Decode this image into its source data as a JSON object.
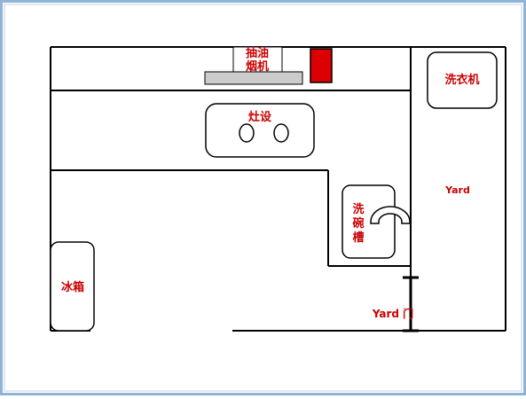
{
  "labels": {
    "range_hood_line1": "抽油",
    "range_hood_line2": "烟机",
    "stove": "灶设",
    "washing_machine": "洗衣机",
    "yard": "Yard",
    "sink_line1": "洗",
    "sink_line2": "碗",
    "sink_line3": "槽",
    "fridge_line1": "冰",
    "fridge_line2": "箱",
    "yard_door": "Yard 门"
  },
  "colors": {
    "frame_border": "#8fb4d8",
    "wall": "#000000",
    "label_text": "#cc0000",
    "hood_panel": "#cccccc",
    "red_block": "#dd0000"
  }
}
